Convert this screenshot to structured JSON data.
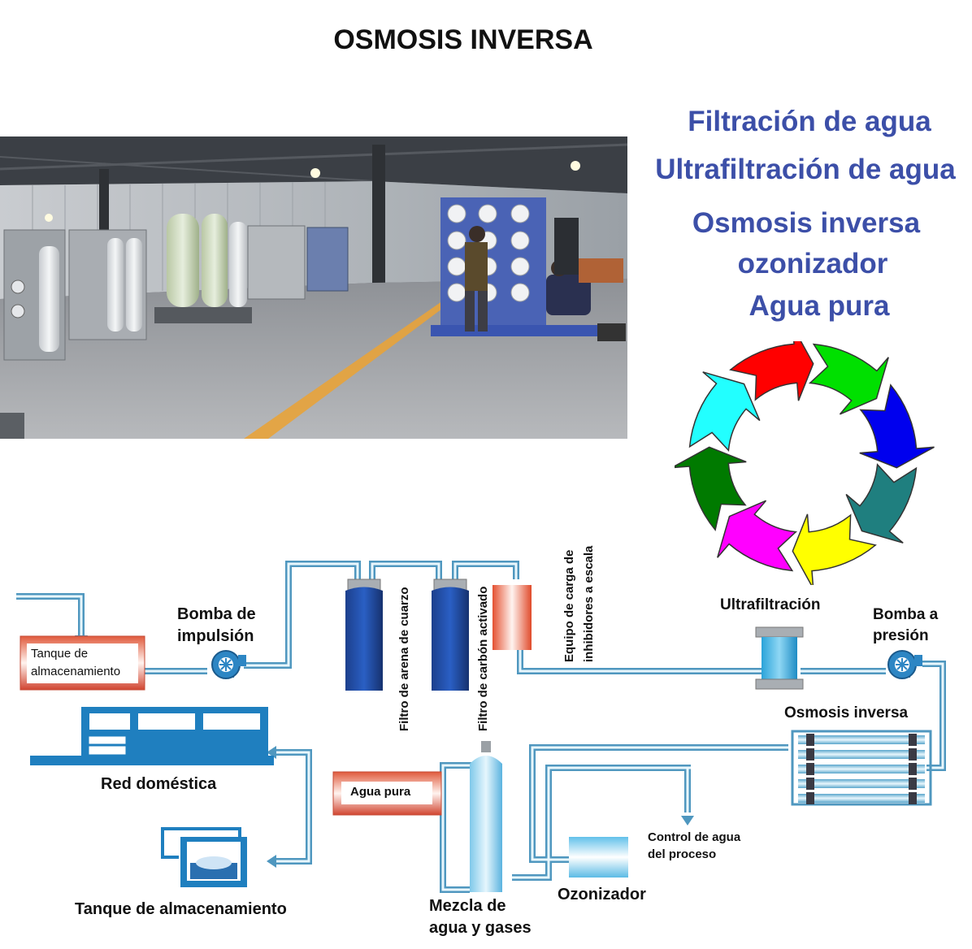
{
  "title": "OSMOSIS INVERSA",
  "keywords": {
    "line1": "Filtración de agua",
    "line2": "Ultrafiltración de agua",
    "line3": "Osmosis inversa",
    "line4": "ozonizador",
    "line5": "Agua pura"
  },
  "cycle_colors": [
    "#ff0000",
    "#00e000",
    "#0000ee",
    "#1f7f7f",
    "#ffff00",
    "#ff00ff",
    "#007a00",
    "#22ffff"
  ],
  "diagram": {
    "tank_top": "Tanque de almacenamiento",
    "tank_top_line1": "Tanque de",
    "tank_top_line2": "almacenamiento",
    "pump_impulse": "Bomba de impulsión",
    "pump_impulse_line1": "Bomba de",
    "pump_impulse_line2": "impulsión",
    "quartz_filter": "Filtro de arena de cuarzo",
    "carbon_filter": "Filtro de carbón activado",
    "inhibitor_line1": "Equipo de carga de",
    "inhibitor_line2": "inhibidores a escala",
    "ultrafiltration": "Ultrafiltración",
    "pressure_pump_line1": "Bomba a",
    "pressure_pump_line2": "presión",
    "reverse_osmosis": "Osmosis inversa",
    "domestic_network": "Red doméstica",
    "pure_water": "Agua pura",
    "process_control_line1": "Control de agua",
    "process_control_line2": "del proceso",
    "storage_tank_bottom": "Tanque de almacenamiento",
    "mixing_line1": "Mezcla de",
    "mixing_line2": "agua y gases",
    "ozonizer": "Ozonizador"
  }
}
